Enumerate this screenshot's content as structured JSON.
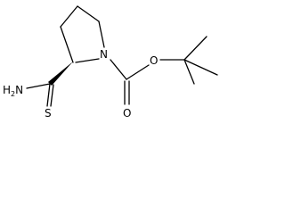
{
  "molecule": {
    "atoms": {
      "ring_nitrogen": "N",
      "carbonyl_oxygen": "O",
      "ester_oxygen": "O",
      "thioamide_sulfur": "S",
      "amine_nitrogen": "N",
      "amine_hydrogen": "H",
      "amine_hydrogen_count": "2"
    },
    "stereo_bond": "wedge"
  }
}
